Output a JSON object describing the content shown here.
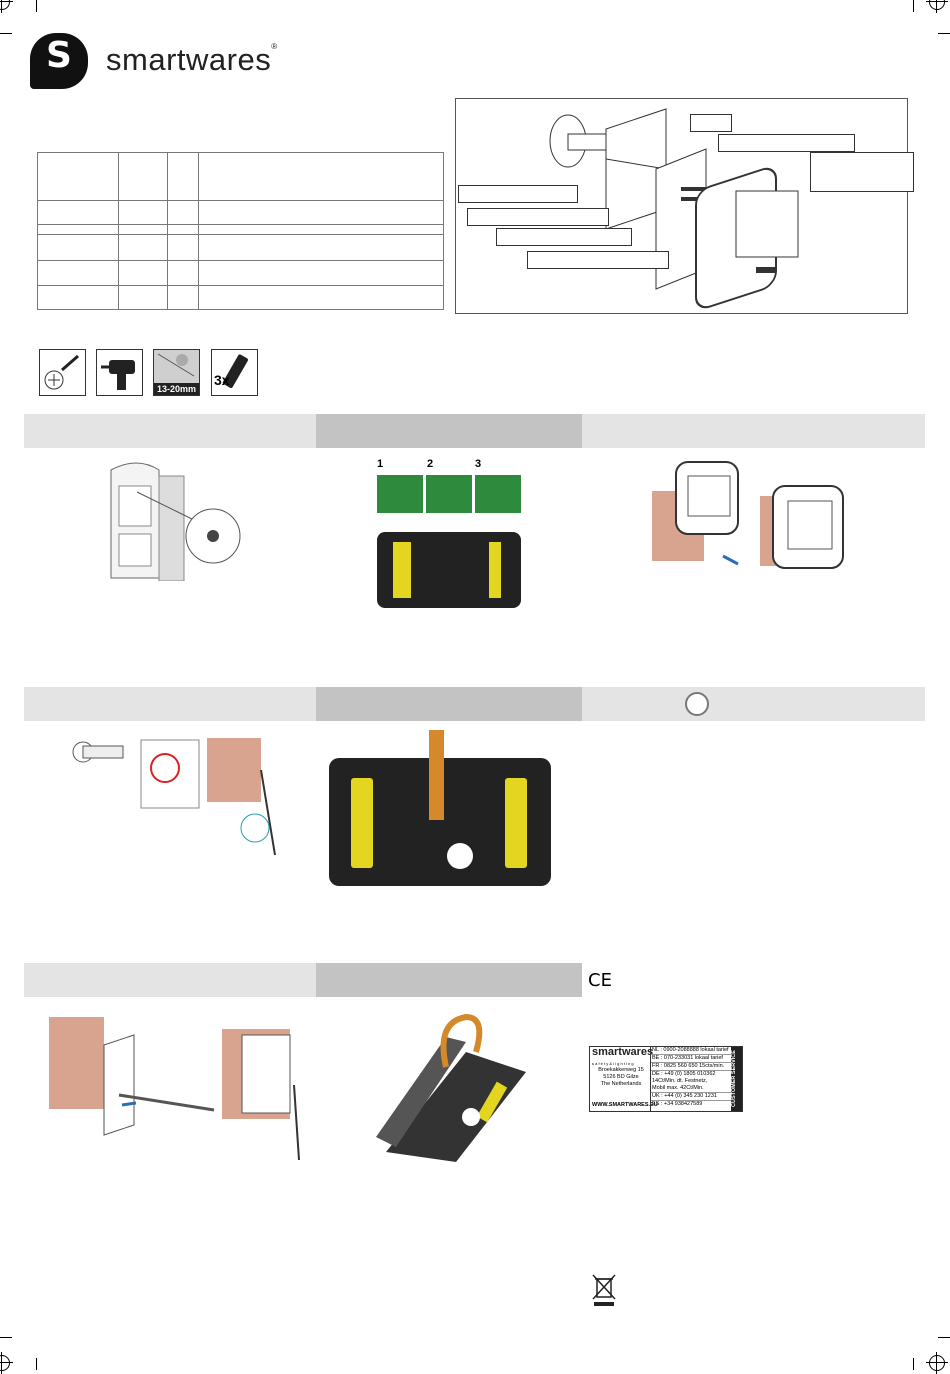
{
  "brand": {
    "name": "smartwares",
    "logo_letter": "S",
    "reg_mark": "®"
  },
  "tool_icons": [
    {
      "name": "screwdriver-icon"
    },
    {
      "name": "drill-icon"
    },
    {
      "name": "door-thickness-icon",
      "label": "13-20mm"
    },
    {
      "name": "battery-icon",
      "label": "3x"
    }
  ],
  "step_photos": [
    "door-peephole-photo",
    "battery-switch-photo",
    "monitor-slide-photo",
    "peephole-cable-photo",
    "battery-compartment-photo",
    "mounting-plate-photo",
    "monitor-open-photo"
  ],
  "ce_mark": "CE",
  "service_label": {
    "logo": "smartwares",
    "tagline": "s a f e t y  &  l i g h t i n g",
    "address": [
      "Broekakkerweg 15",
      "5126 BD Gilze",
      "The Netherlands"
    ],
    "website": "WWW.SMARTWARES.EU",
    "side_text": "CUSTOMER SERVICE",
    "rows": [
      "NL : 0900-2088888 lokaal tarief",
      "BE : 070-233031 lokaal tarief",
      "FR : 0825 560 650 15cts/min.",
      "DE : +49 (0) 1805 010362",
      "14Ct/Min. dt. Festnetz,",
      "Mobil max. 42Ct/Min.",
      "UK : +44 (0) 345 230 1231",
      "ES : +34 938427589"
    ]
  },
  "colors": {
    "bar_light": "#e4e4e4",
    "bar_dark": "#c3c3c3",
    "wall": "#d9a48f"
  }
}
